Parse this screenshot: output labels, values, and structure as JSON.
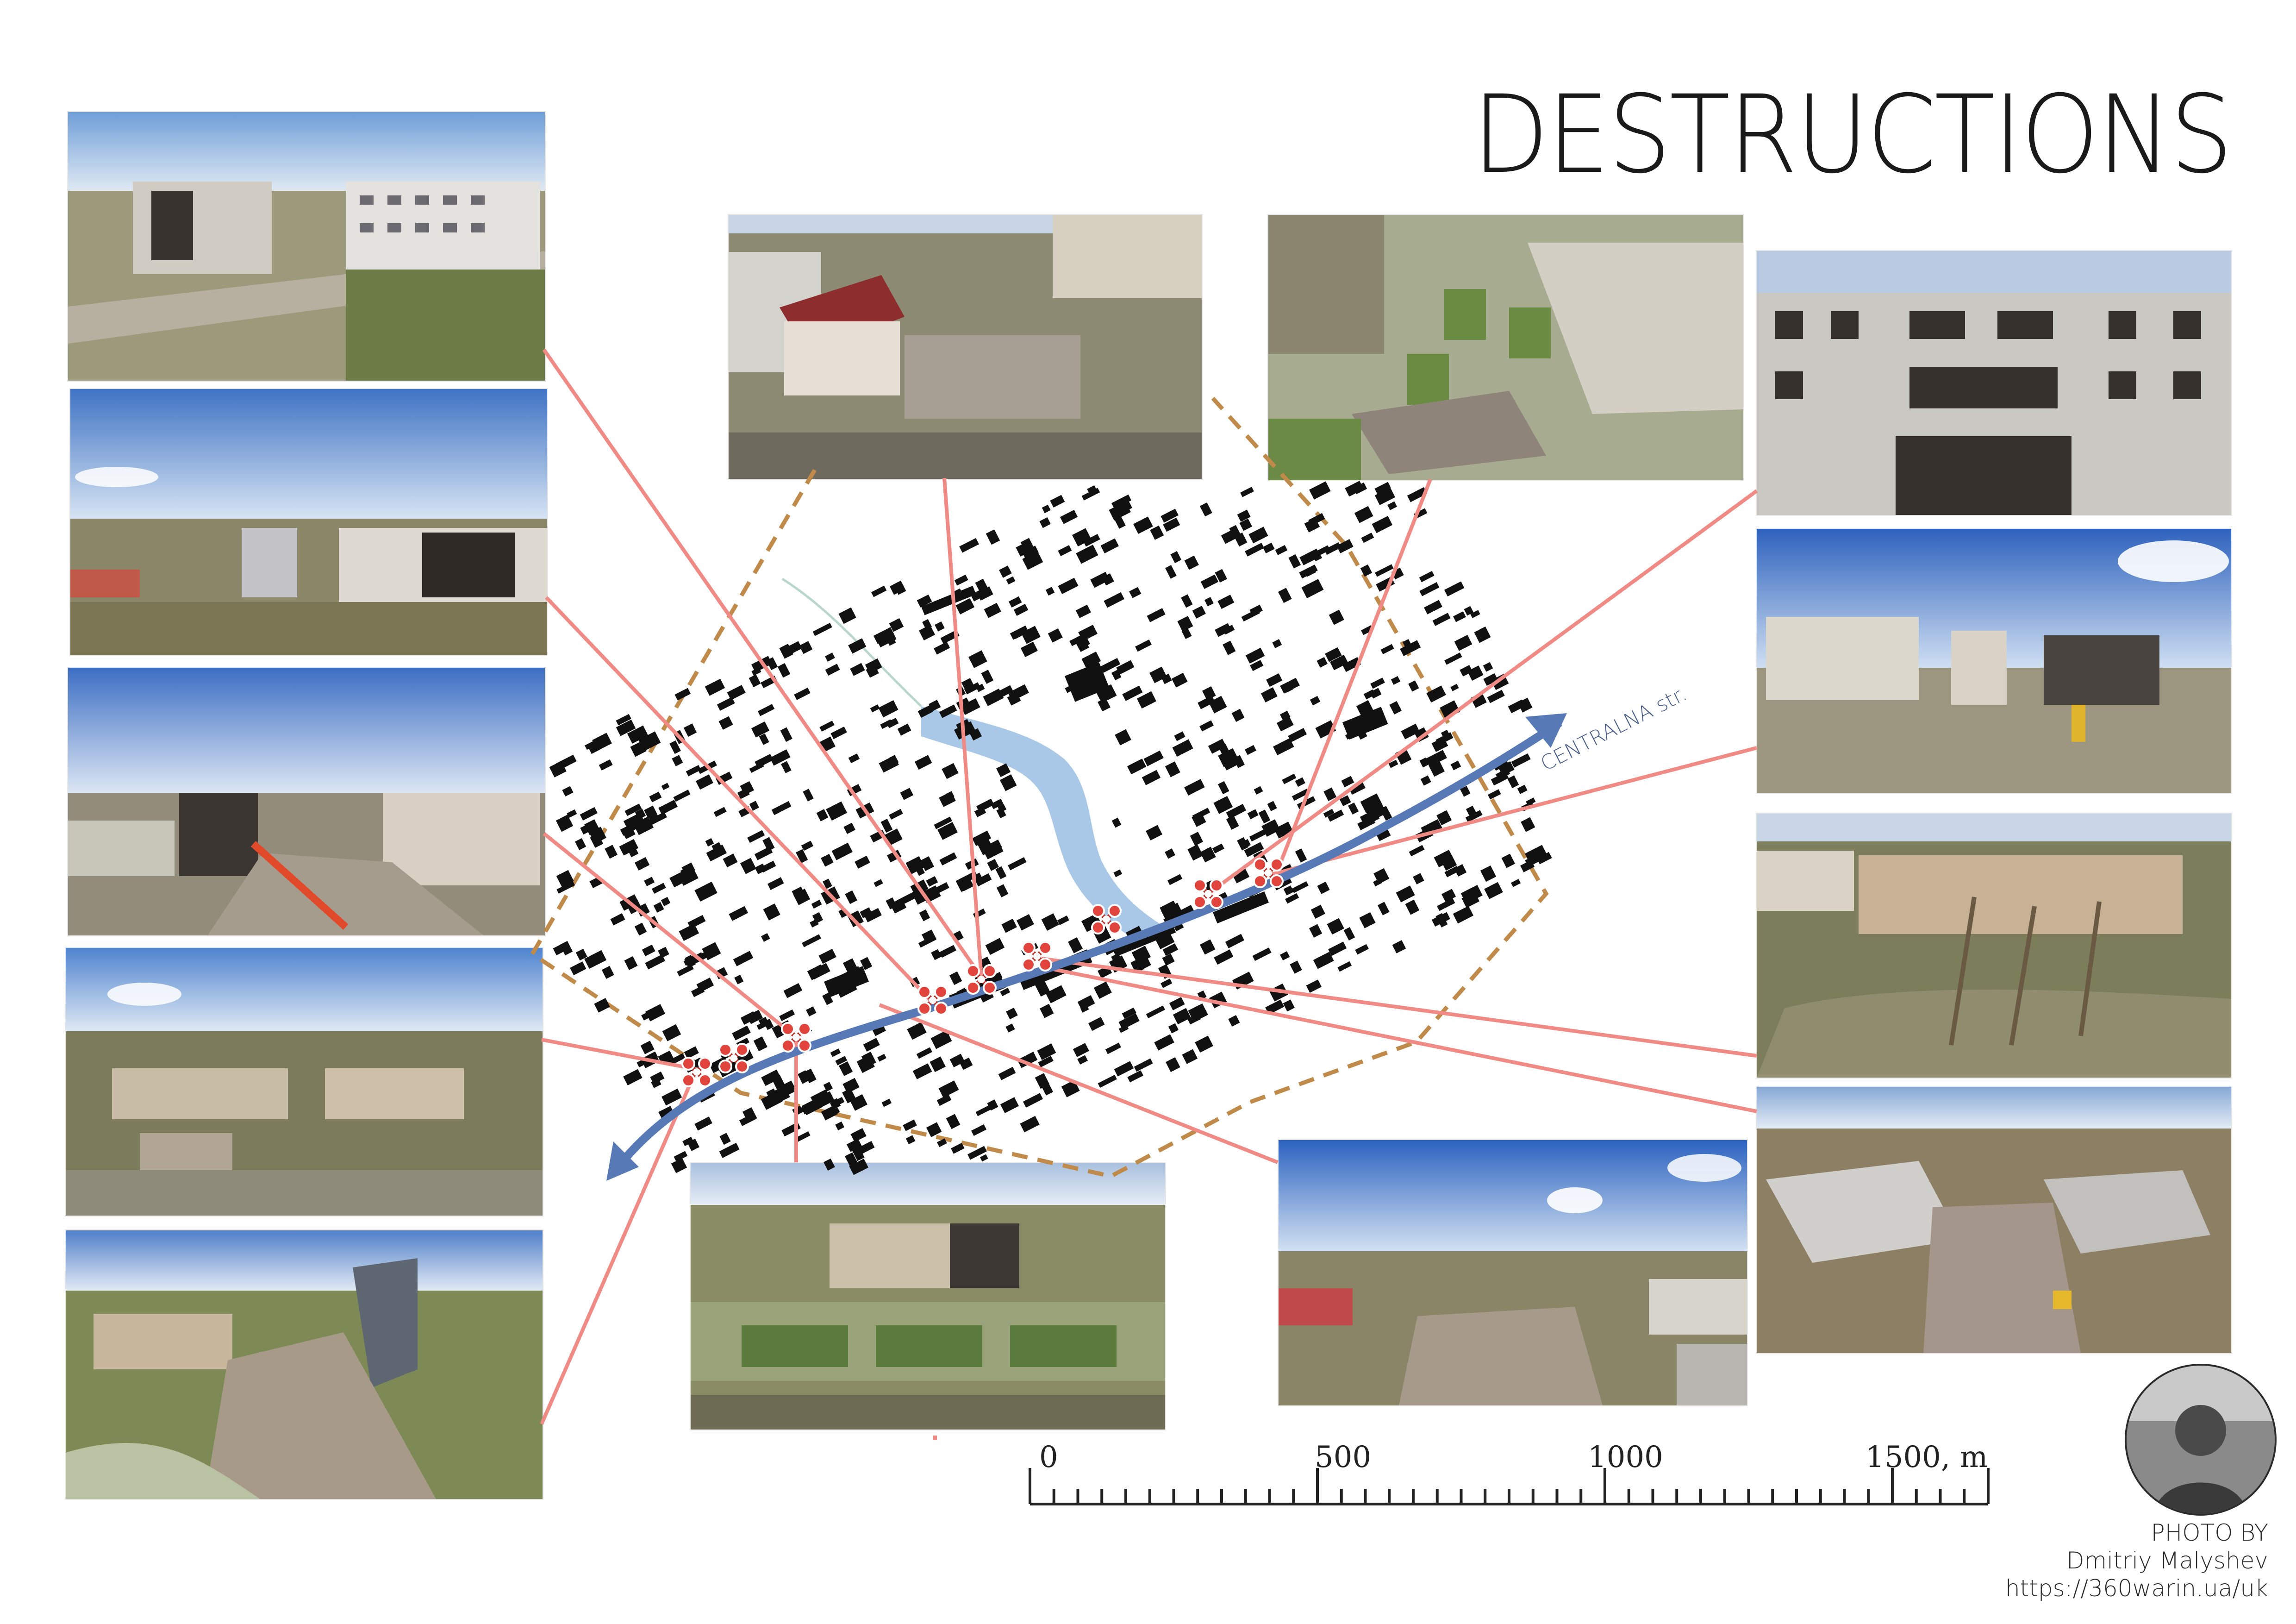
{
  "title": "DESTRUCTIONS",
  "street_label": "CENTRALNA str.",
  "scale": {
    "labels": [
      "0",
      "500",
      "1000",
      "1500, m"
    ]
  },
  "credit": {
    "line1": "PHOTO BY",
    "line2": "Dmitriy Malyshev",
    "line3": "https://360warin.ua/uk"
  },
  "photos": [
    {
      "id": "left-1",
      "alt": "aerial view of burned apartment blocks"
    },
    {
      "id": "left-2",
      "alt": "aerial view of burned five-storey building"
    },
    {
      "id": "left-3",
      "alt": "collapsed building with crane"
    },
    {
      "id": "left-4",
      "alt": "damaged low-rise blocks"
    },
    {
      "id": "left-5",
      "alt": "collapsed apartment section"
    },
    {
      "id": "top-1",
      "alt": "destroyed low buildings near road"
    },
    {
      "id": "top-2",
      "alt": "square with rubble"
    },
    {
      "id": "right-1",
      "alt": "burned apartment facade"
    },
    {
      "id": "right-2",
      "alt": "tower blocks with demolition"
    },
    {
      "id": "right-3",
      "alt": "damaged block with trees"
    },
    {
      "id": "right-4",
      "alt": "building split by collapse"
    },
    {
      "id": "bottom-1",
      "alt": "burned block behind park"
    },
    {
      "id": "bottom-2",
      "alt": "street with ruined houses"
    }
  ],
  "colors": {
    "leader": "#ef8a85",
    "river": "#a9c8e8",
    "street": "#5779b6",
    "boundary": "#c08a4a",
    "marker": "#e0443c"
  }
}
